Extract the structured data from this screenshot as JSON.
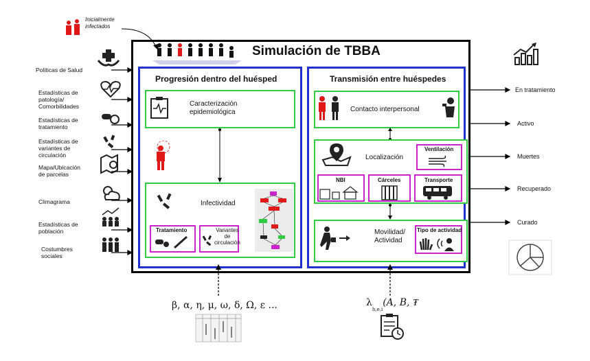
{
  "top_label": "Inicialmente\ninfectados",
  "title": "Simulación de TBBA",
  "inputs": {
    "politicas": "Políticas de Salud",
    "patologia": "Estadísticas de\npatología/\nComorbilidades",
    "tratamiento": "Estadísticas de\ntratamiento",
    "variantes": "Estadísticas de\nvariantes de\ncirculación",
    "mapa": "Mapa/Ubicación\nde parcelas",
    "climagrama": "Climagrama",
    "poblacion": "Estadísticas de\npoblación",
    "costumbres": "Costumbres\nsociales"
  },
  "outputs": {
    "en_tratamiento": "En tratamiento",
    "activo": "Activo",
    "muertes": "Muertes",
    "recuperado": "Recuperado",
    "curado": "Curado"
  },
  "left_panel": {
    "title": "Progresión dentro del huésped",
    "caracterizacion": "Caracterización\nepidemiológica",
    "infectividad": "Infectividad",
    "tratamiento": "Tratamiento",
    "variantes": "Variantes\nde\ncirculación"
  },
  "right_panel": {
    "title": "Transmisión entre huéspedes",
    "contacto": "Contacto interpersonal",
    "localizacion": "Localización",
    "ventilacion": "Ventilación",
    "nbi": "NBI",
    "carceles": "Cárceles",
    "transporte": "Transporte",
    "movilidad": "Movilidad/\nActividad",
    "tipo_actividad": "Tipo de actividad"
  },
  "params_left": "β, α, η, μ, ω, δ, Ω, ε ...",
  "params_right": {
    "lambda": "λ",
    "subscript": "h,e,i",
    "args": "(A, B, ₮"
  },
  "colors": {
    "blue": "#1f2fd0",
    "green": "#2ecc40",
    "magenta": "#cc22cc",
    "red": "#e01818"
  }
}
